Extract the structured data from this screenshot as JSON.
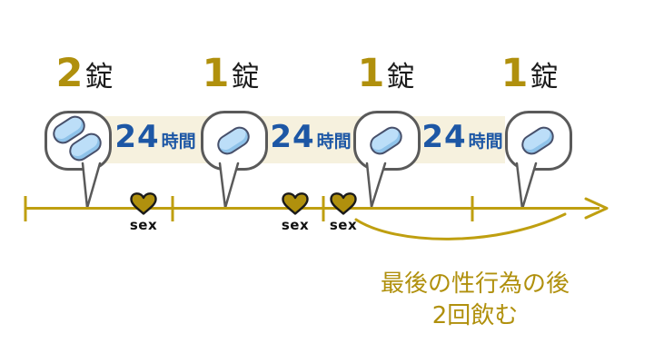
{
  "diagram": {
    "doses": [
      {
        "count": "2",
        "unit": "錠",
        "pills": 2
      },
      {
        "count": "1",
        "unit": "錠",
        "pills": 1
      },
      {
        "count": "1",
        "unit": "錠",
        "pills": 1
      },
      {
        "count": "1",
        "unit": "錠",
        "pills": 1
      }
    ],
    "intervals": [
      {
        "value": "24",
        "unit": "時間"
      },
      {
        "value": "24",
        "unit": "時間"
      },
      {
        "value": "24",
        "unit": "時間"
      }
    ],
    "sex_events": [
      {
        "label": "sex"
      },
      {
        "label": "sex"
      },
      {
        "label": "sex"
      }
    ],
    "annotation": {
      "line1": "最後の性行為の後",
      "line2": "2回飲む"
    },
    "colors": {
      "gold": "#b0900d",
      "gold_line": "#bf9f10",
      "blue": "#1d57a5",
      "cream": "#f6f1de",
      "pill_blue": "#bcdef8",
      "pill_shade": "#8fc3ea",
      "pill_border": "#47506b",
      "bubble_border": "#5a5a5a",
      "text_black": "#1c1c1c"
    }
  }
}
